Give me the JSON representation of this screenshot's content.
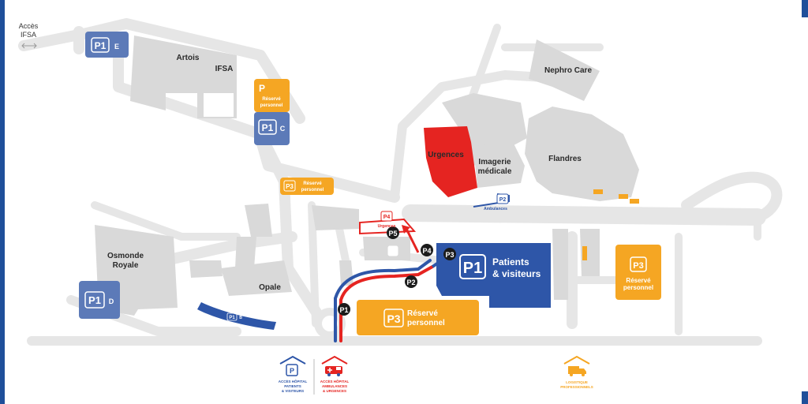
{
  "colors": {
    "road": "#e6e6e6",
    "building": "#d9d9d9",
    "blue": "#2e56a8",
    "slate": "#5c7ab8",
    "orange": "#f5a623",
    "red": "#e52421",
    "frame": "#1f4f9a"
  },
  "access_ifsa": {
    "line1": "Accès",
    "line2": "IFSA"
  },
  "buildings": {
    "artois": "Artois",
    "ifsa": "IFSA",
    "nephro": "Nephro Care",
    "urgences": "Urgences",
    "imagerie_1": "Imagerie",
    "imagerie_2": "médicale",
    "flandres": "Flandres",
    "osmonde_1": "Osmonde",
    "osmonde_2": "Royale",
    "opale": "Opale"
  },
  "parkings": {
    "p1e": {
      "badge": "P1",
      "suffix": "E"
    },
    "p_reserve": {
      "badge": "P",
      "line1": "Réservé",
      "line2": "personnel"
    },
    "p1c": {
      "badge": "P1",
      "suffix": "C"
    },
    "p3_small": {
      "badge": "P3",
      "line1": "Réservé",
      "line2": "personnel"
    },
    "p2_amb": {
      "badge": "P2",
      "label": "Ambulances"
    },
    "p4_urg": {
      "badge": "P4",
      "label": "Urgences"
    },
    "p1_main": {
      "badge": "P1",
      "line1": "Patients",
      "line2": "& visiteurs"
    },
    "p3_main": {
      "badge": "P3",
      "line1": "Réservé",
      "line2": "personnel"
    },
    "p3_right": {
      "badge": "P3",
      "line1": "Réservé",
      "line2": "personnel"
    },
    "p1d": {
      "badge": "P1",
      "suffix": "D"
    },
    "p1b": {
      "badge": "P1",
      "suffix": "B"
    }
  },
  "route_markers": [
    "P1",
    "P2",
    "P3",
    "P4",
    "P5"
  ],
  "legend": {
    "patients": {
      "icon": "parking-icon",
      "line1": "ACCÈS HÔPITAL",
      "line2": "PATIENTS",
      "line3": "& VISITEURS"
    },
    "ambulances": {
      "icon": "ambulance-icon",
      "line1": "ACCÈS HÔPITAL",
      "line2": "AMBULANCES",
      "line3": "& URGENCES"
    },
    "logistique": {
      "icon": "truck-icon",
      "line1": "LOGISTIQUE",
      "line2": "PROFESSIONNELS"
    }
  }
}
